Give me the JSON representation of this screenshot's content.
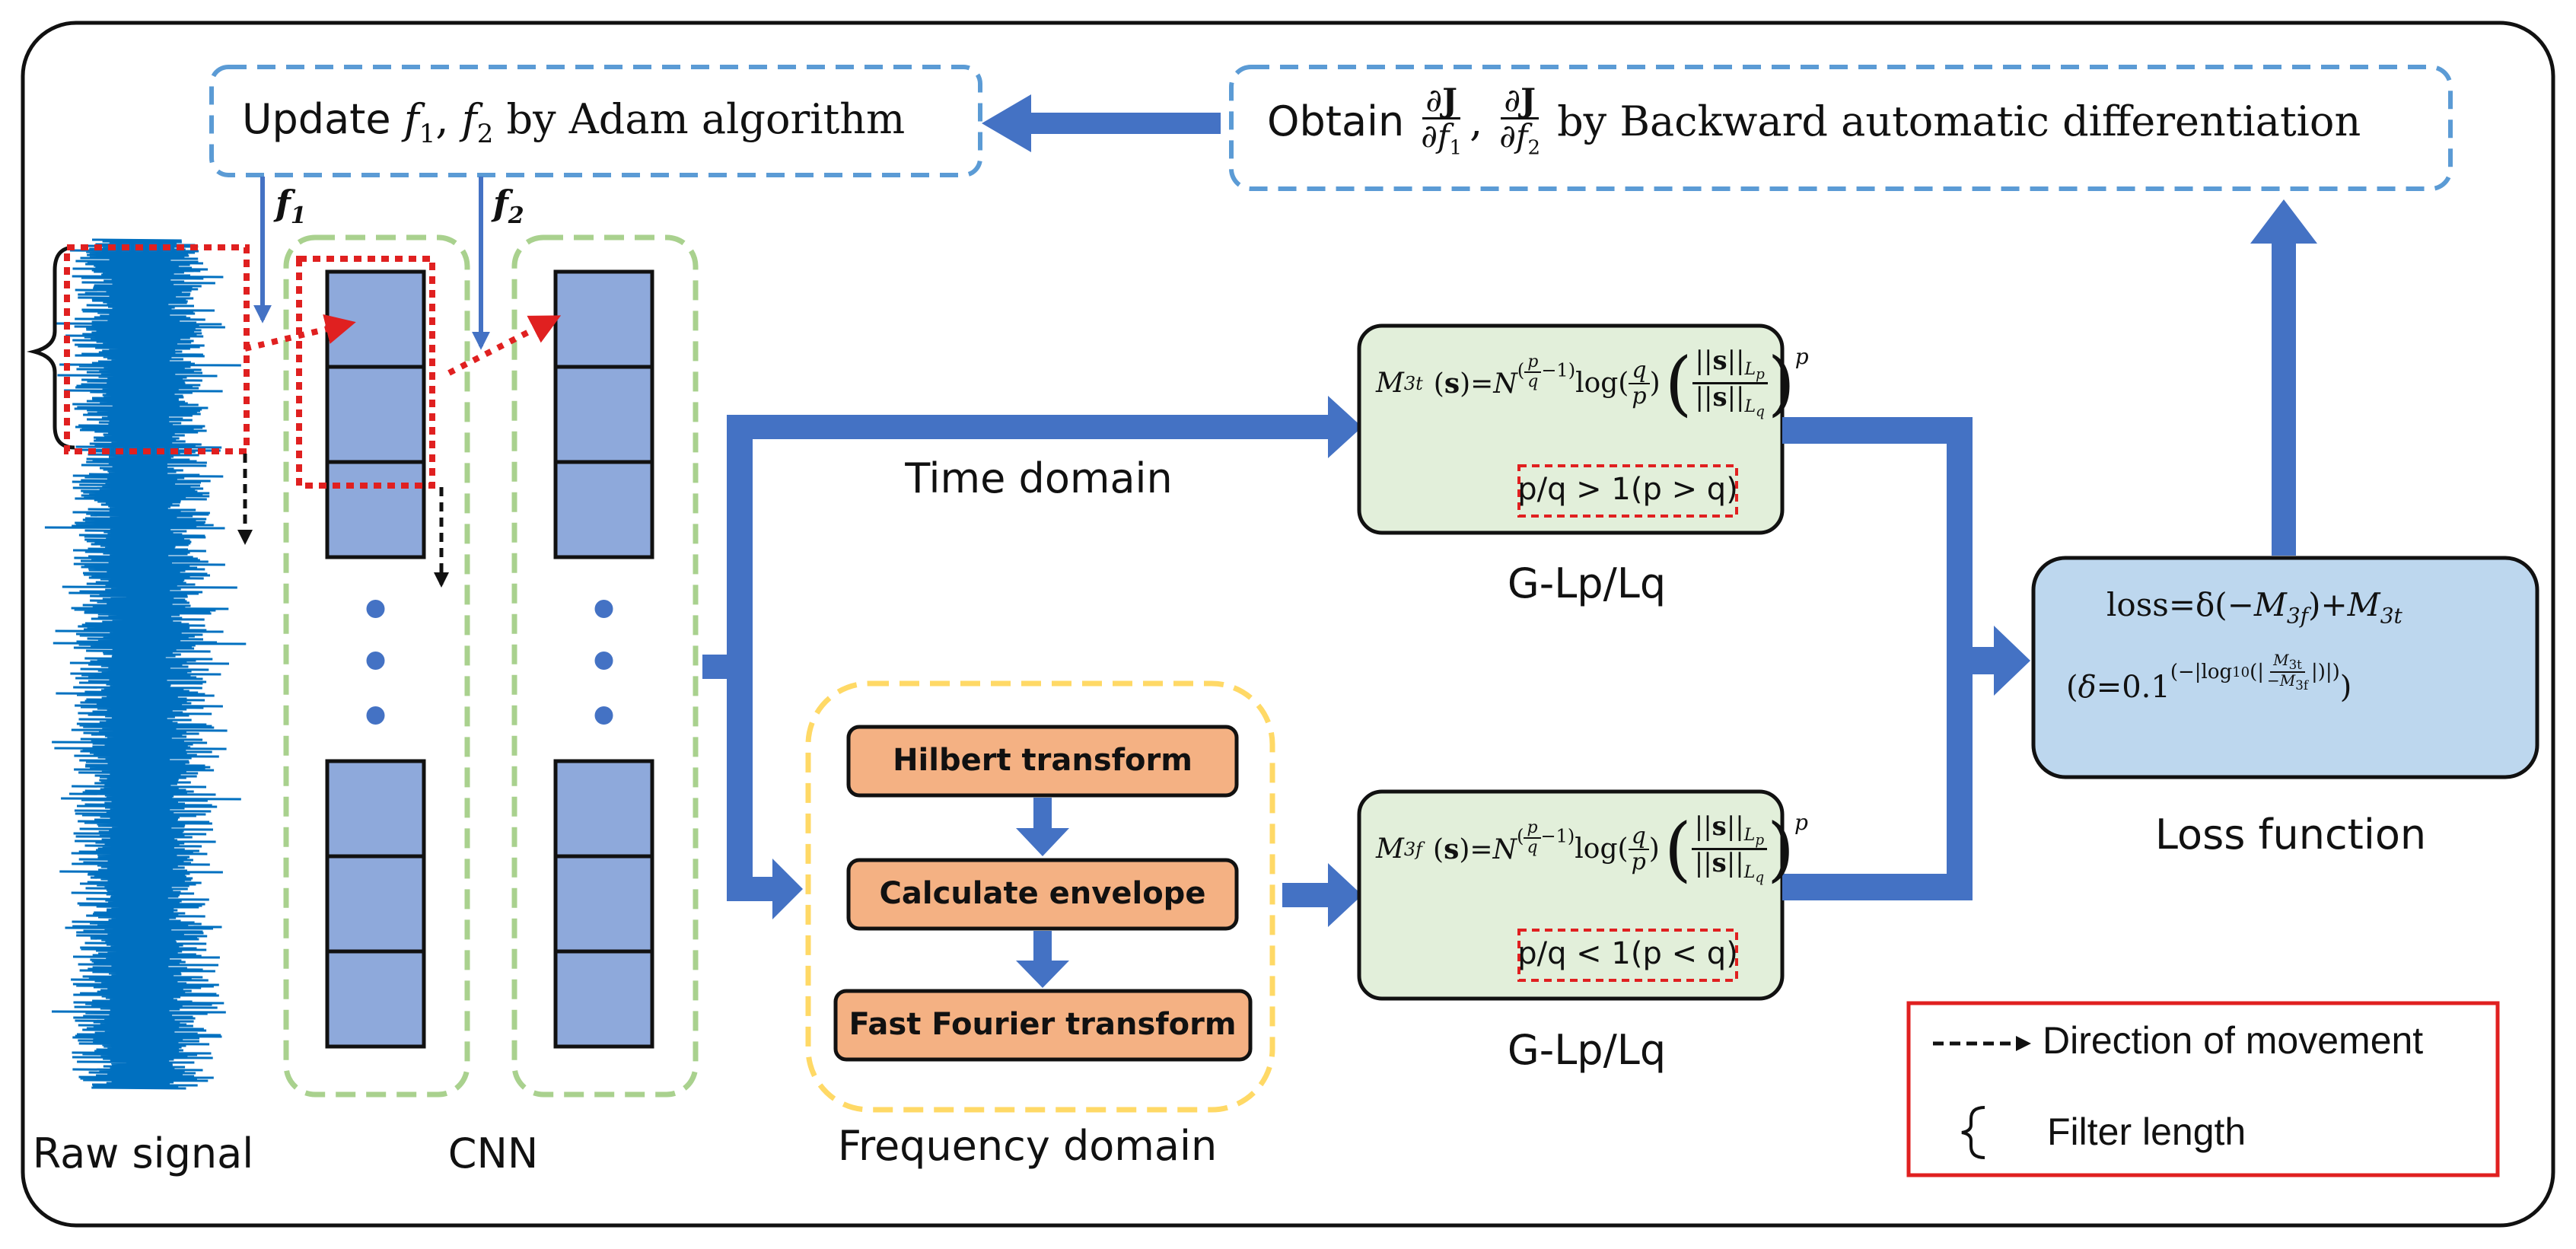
{
  "top": {
    "update_prefix": "Update",
    "update_suffix": "by Adam algorithm",
    "obtain_prefix": "Obtain",
    "obtain_suffix": "by Backward automatic differentiation",
    "f1": "f",
    "f2": "f",
    "sub1": "1",
    "sub2": "2"
  },
  "cnn": {
    "f1_label": "f",
    "f2_label": "f",
    "sub1": "1",
    "sub2": "2",
    "dots": "•"
  },
  "captions": {
    "raw_signal": "Raw signal",
    "cnn": "CNN",
    "time_domain": "Time domain",
    "frequency_domain": "Frequency domain",
    "glp_top": "G-Lp/Lq",
    "glp_bottom": "G-Lp/Lq",
    "loss_function": "Loss function"
  },
  "frequency_steps": {
    "hilbert": "Hilbert transform",
    "envelope": "Calculate envelope",
    "fft": "Fast Fourier transform"
  },
  "formulas": {
    "time_cond": "p/q > 1(p > q)",
    "freq_cond": "p/q < 1(p < q)"
  },
  "legend": {
    "direction": "Direction of movement",
    "filter": "Filter length"
  },
  "colors": {
    "arrow_blue": "#4472C4",
    "signal_blue": "#0070C0",
    "cell_blue": "#8EA9DB",
    "green_fill": "#E2EFDA",
    "orange_fill": "#F4B183",
    "loss_fill": "#BDD7EE",
    "red": "#E02020",
    "green_dash": "#A9D18E",
    "yellow_dash": "#FFD966",
    "blue_dash": "#5B9BD5"
  }
}
